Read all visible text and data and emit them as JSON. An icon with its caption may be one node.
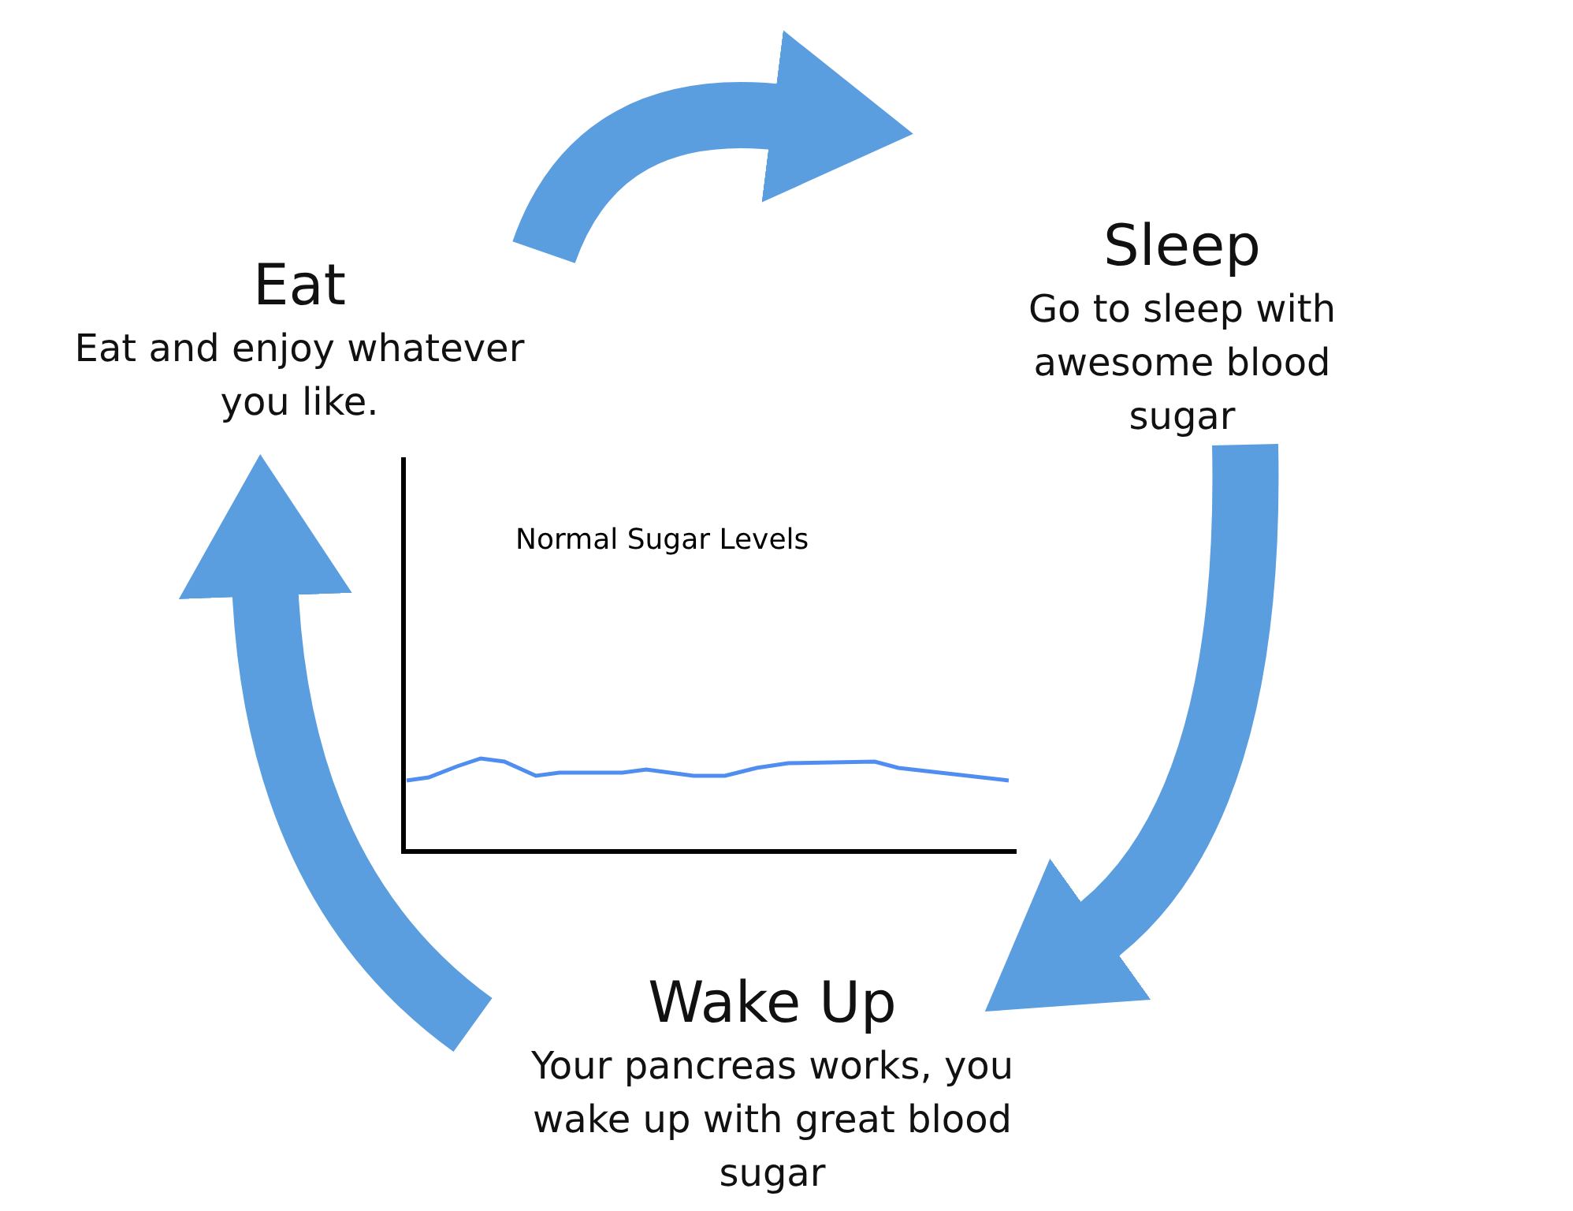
{
  "diagram": {
    "nodes": [
      {
        "text": [
          "Eat",
          "Eat and enjoy whatever you like."
        ]
      },
      {
        "text": [
          "Sleep",
          "Go to sleep with awesome blood sugar"
        ]
      },
      {
        "text": [
          "Wake Up",
          "Your pancreas works, you wake up with great blood sugar"
        ]
      }
    ],
    "edges": [
      {
        "from": 0,
        "to": 1,
        "arrow": "to"
      },
      {
        "from": 1,
        "to": 2,
        "arrow": "to"
      },
      {
        "from": 2,
        "to": 0,
        "arrow": "to"
      }
    ],
    "labels": [
      "Normal Sugar Levels"
    ]
  }
}
